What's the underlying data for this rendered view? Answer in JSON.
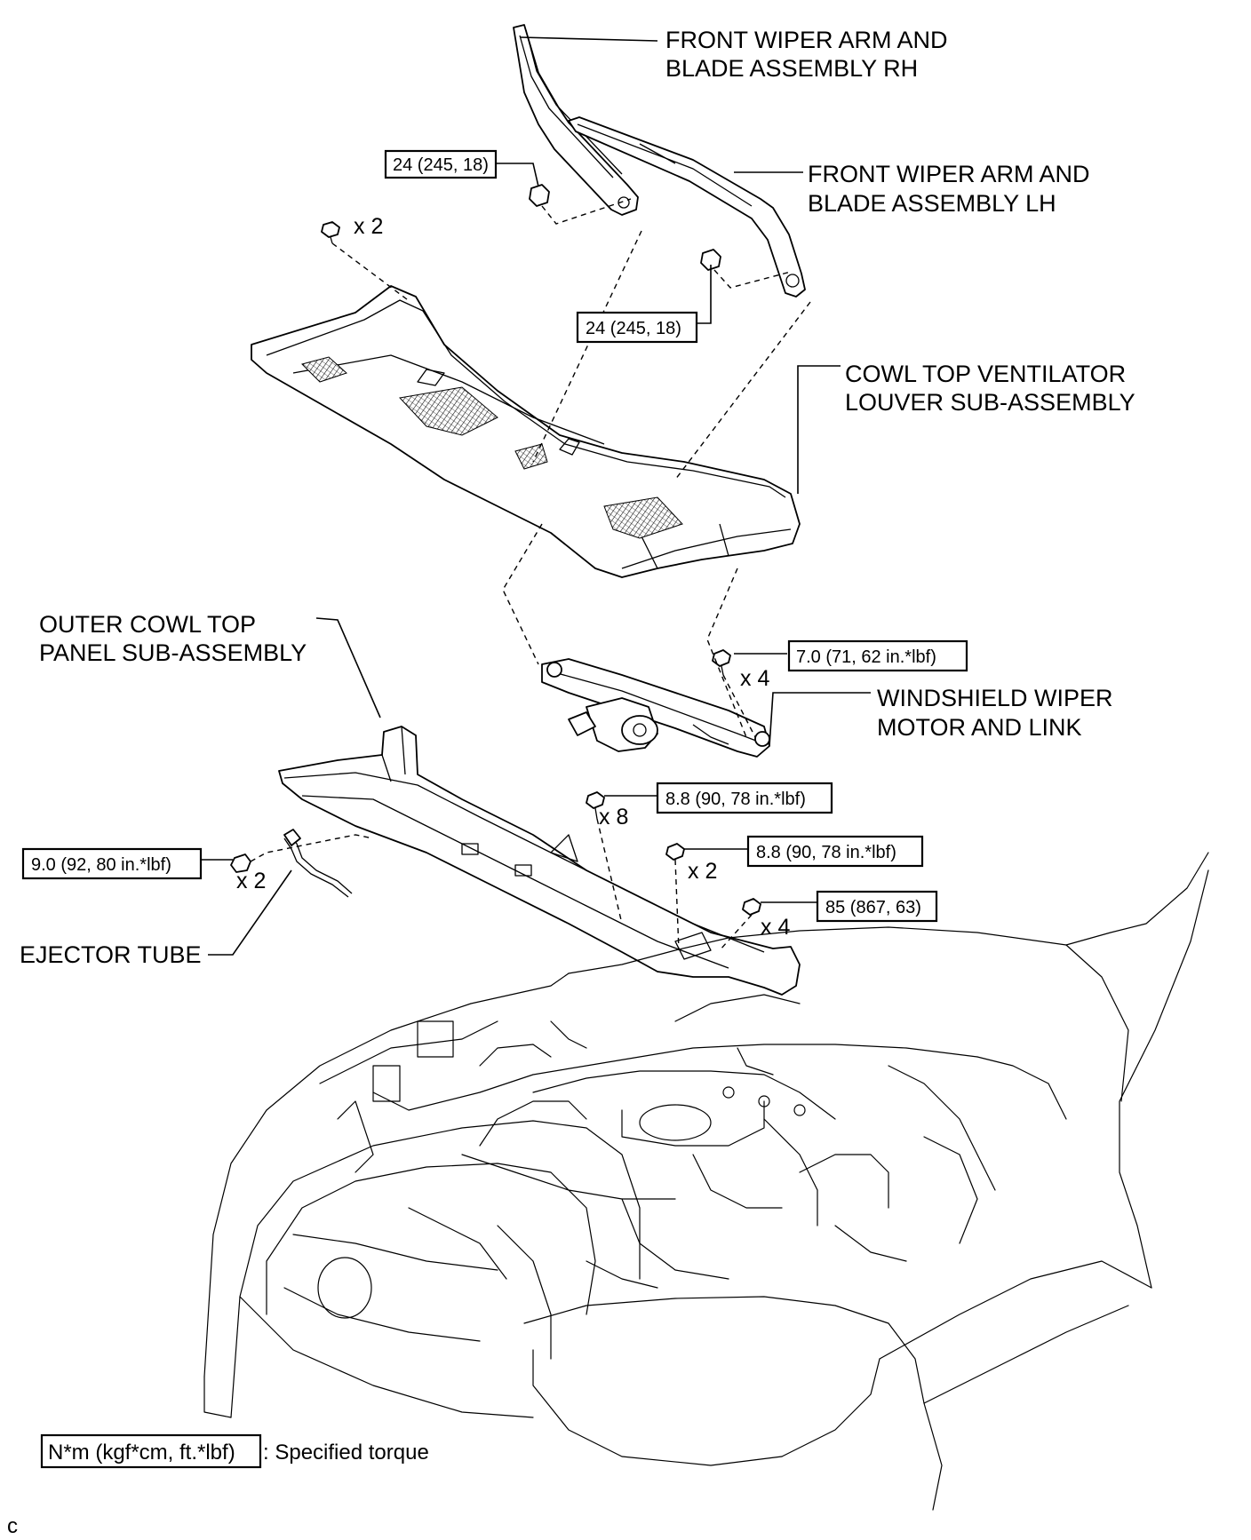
{
  "labels": {
    "wiper_rh_1": "FRONT WIPER ARM AND",
    "wiper_rh_2": "BLADE ASSEMBLY RH",
    "wiper_lh_1": "FRONT WIPER ARM AND",
    "wiper_lh_2": "BLADE ASSEMBLY LH",
    "louver_1": "COWL TOP VENTILATOR",
    "louver_2": "LOUVER SUB-ASSEMBLY",
    "outer_cowl_1": "OUTER COWL TOP",
    "outer_cowl_2": "PANEL SUB-ASSEMBLY",
    "motor_1": "WINDSHIELD WIPER",
    "motor_2": "MOTOR AND LINK",
    "ejector": "EJECTOR TUBE"
  },
  "torques": {
    "wiper_nut_rh": "24 (245, 18)",
    "wiper_nut_lh": "24 (245, 18)",
    "motor_bolt": "7.0 (71, 62 in.*lbf)",
    "cowl_bolt": "8.8 (90, 78 in.*lbf)",
    "cowl_nut": "8.8 (90, 78 in.*lbf)",
    "cowl_bracket": "85 (867, 63)",
    "ejector_clip": "9.0 (92, 80 in.*lbf)"
  },
  "quantities": {
    "louver_clip": "x 2",
    "motor_bolt": "x 4",
    "cowl_bolt": "x 8",
    "cowl_nut": "x 2",
    "cowl_bracket": "x 4",
    "ejector_clip": "x 2"
  },
  "legend": {
    "unit": "N*m (kgf*cm, ft.*lbf)",
    "description": ": Specified torque"
  },
  "corner_mark": "c"
}
